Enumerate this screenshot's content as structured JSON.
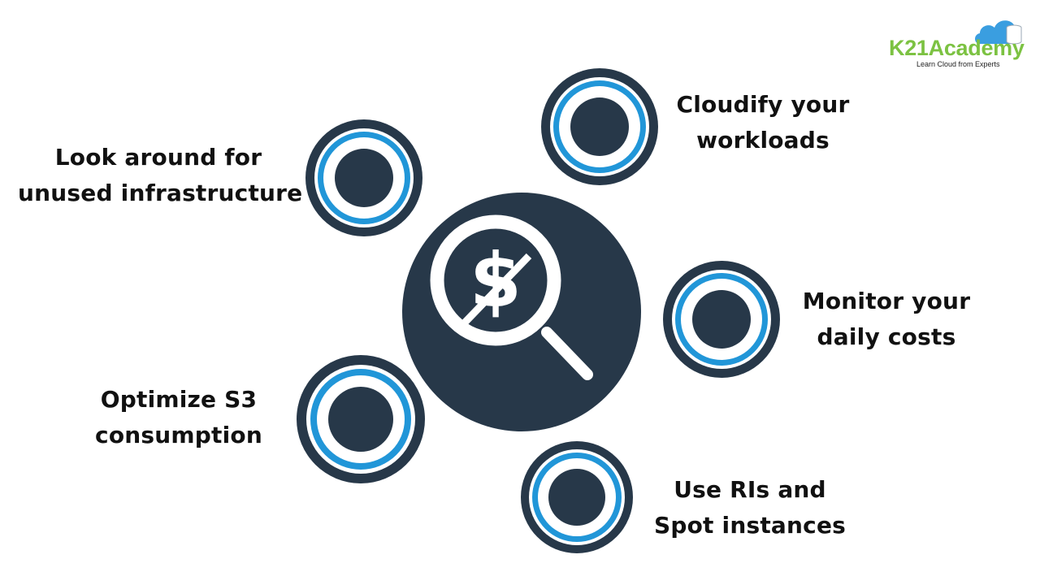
{
  "logo": {
    "brand": "K21Academy",
    "tagline": "Learn Cloud from Experts",
    "icon": "cloud-database-icon",
    "brand_color": "#7cc242",
    "icon_color": "#3a9ee0"
  },
  "hub": {
    "icon": "dollar-search-crossed-icon",
    "symbol": "$",
    "color": "#273849"
  },
  "colors": {
    "dark": "#273849",
    "accent": "#2196d8",
    "text": "#111111"
  },
  "tips": [
    {
      "id": "unused-infrastructure",
      "lines": [
        "Look around for",
        "unused infrastructure"
      ]
    },
    {
      "id": "cloudify-workloads",
      "lines": [
        "Cloudify your",
        "workloads"
      ]
    },
    {
      "id": "monitor-daily-costs",
      "lines": [
        "Monitor your",
        "daily costs"
      ]
    },
    {
      "id": "optimize-s3",
      "lines": [
        "Optimize S3",
        "consumption"
      ]
    },
    {
      "id": "ris-spot-instances",
      "lines": [
        "Use RIs and",
        "Spot instances"
      ]
    }
  ]
}
